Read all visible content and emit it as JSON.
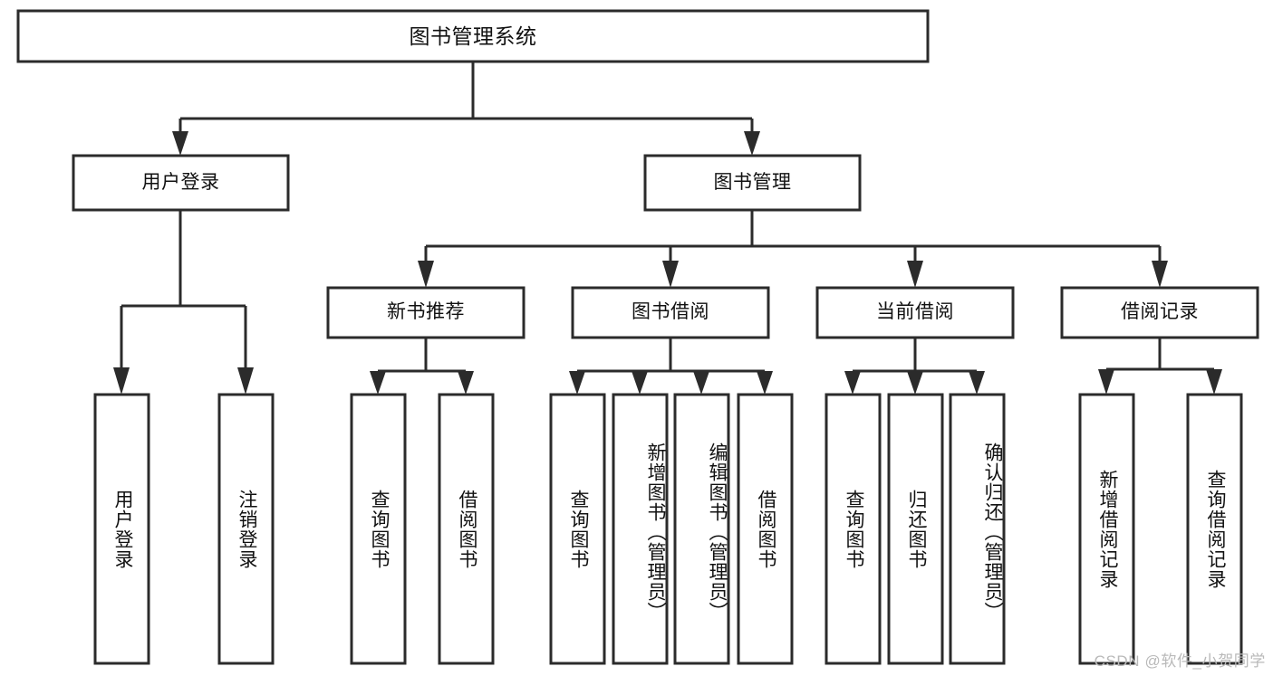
{
  "diagram": {
    "type": "tree-hierarchy",
    "title": "图书管理系统",
    "watermark": "CSDN @软件_小贺同学",
    "colors": {
      "box_stroke": "#2b2b2b",
      "box_fill": "#ffffff",
      "text": "#111111",
      "background": "#ffffff",
      "watermark": "#b9b9b9"
    },
    "levels": [
      {
        "level": 1,
        "nodes": [
          {
            "id": "root",
            "label": "图书管理系统",
            "orientation": "horizontal"
          }
        ]
      },
      {
        "level": 2,
        "nodes": [
          {
            "id": "user-login",
            "label": "用户登录",
            "orientation": "horizontal",
            "parent": "root"
          },
          {
            "id": "book-manage",
            "label": "图书管理",
            "orientation": "horizontal",
            "parent": "root"
          }
        ]
      },
      {
        "level": 3,
        "nodes": [
          {
            "id": "new-book-rec",
            "label": "新书推荐",
            "orientation": "horizontal",
            "parent": "book-manage"
          },
          {
            "id": "book-borrow",
            "label": "图书借阅",
            "orientation": "horizontal",
            "parent": "book-manage"
          },
          {
            "id": "current-borrow",
            "label": "当前借阅",
            "orientation": "horizontal",
            "parent": "book-manage"
          },
          {
            "id": "borrow-record",
            "label": "借阅记录",
            "orientation": "horizontal",
            "parent": "book-manage"
          }
        ]
      },
      {
        "level": 4,
        "nodes": [
          {
            "id": "leaf-1",
            "label": "用户登录",
            "orientation": "vertical",
            "parent": "user-login"
          },
          {
            "id": "leaf-2",
            "label": "注销登录",
            "orientation": "vertical",
            "parent": "user-login"
          },
          {
            "id": "leaf-3",
            "label": "查询图书",
            "orientation": "vertical",
            "parent": "new-book-rec"
          },
          {
            "id": "leaf-4",
            "label": "借阅图书",
            "orientation": "vertical",
            "parent": "new-book-rec"
          },
          {
            "id": "leaf-5",
            "label": "查询图书",
            "orientation": "vertical",
            "parent": "book-borrow"
          },
          {
            "id": "leaf-6",
            "label": "新增图书（管理员）",
            "orientation": "vertical",
            "parent": "book-borrow"
          },
          {
            "id": "leaf-7",
            "label": "编辑图书（管理员）",
            "orientation": "vertical",
            "parent": "book-borrow"
          },
          {
            "id": "leaf-8",
            "label": "借阅图书",
            "orientation": "vertical",
            "parent": "book-borrow"
          },
          {
            "id": "leaf-9",
            "label": "查询图书",
            "orientation": "vertical",
            "parent": "current-borrow"
          },
          {
            "id": "leaf-10",
            "label": "归还图书",
            "orientation": "vertical",
            "parent": "current-borrow"
          },
          {
            "id": "leaf-11",
            "label": "确认归还（管理员）",
            "orientation": "vertical",
            "parent": "current-borrow"
          },
          {
            "id": "leaf-12",
            "label": "新增借阅记录",
            "orientation": "vertical",
            "parent": "borrow-record"
          },
          {
            "id": "leaf-13",
            "label": "查询借阅记录",
            "orientation": "vertical",
            "parent": "borrow-record"
          }
        ]
      }
    ]
  }
}
